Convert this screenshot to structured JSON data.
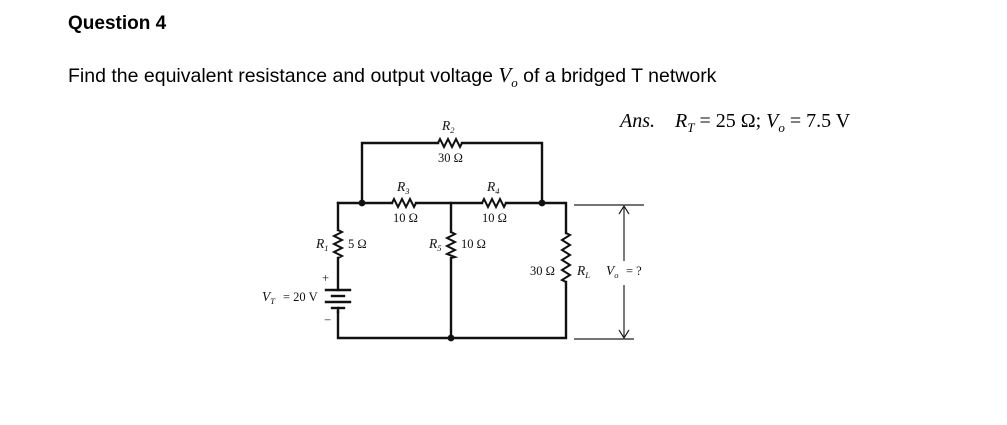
{
  "question": {
    "title": "Question 4",
    "prompt_before": "Find the equivalent resistance and output voltage ",
    "prompt_var": "V",
    "prompt_var_sub": "o",
    "prompt_after": " of a bridged T network"
  },
  "answer": {
    "prefix": "Ans.",
    "rt_var": "R",
    "rt_sub": "T",
    "rt_value": " = 25 Ω; ",
    "vo_var": "V",
    "vo_sub": "o",
    "vo_value": " = 7.5 V"
  },
  "circuit": {
    "source": {
      "name": "V",
      "sub": "T",
      "value": "= 20 V",
      "plus": "+",
      "minus": "−"
    },
    "resistors": [
      {
        "name": "R",
        "sub": "1",
        "value": "5 Ω"
      },
      {
        "name": "R",
        "sub": "2",
        "value": "30 Ω"
      },
      {
        "name": "R",
        "sub": "3",
        "value": "10 Ω"
      },
      {
        "name": "R",
        "sub": "4",
        "value": "10 Ω"
      },
      {
        "name": "R",
        "sub": "5",
        "value": "10 Ω"
      },
      {
        "name": "R",
        "sub": "L",
        "value": "30 Ω"
      }
    ],
    "output": {
      "name": "V",
      "sub": "o",
      "value": "= ?"
    }
  }
}
